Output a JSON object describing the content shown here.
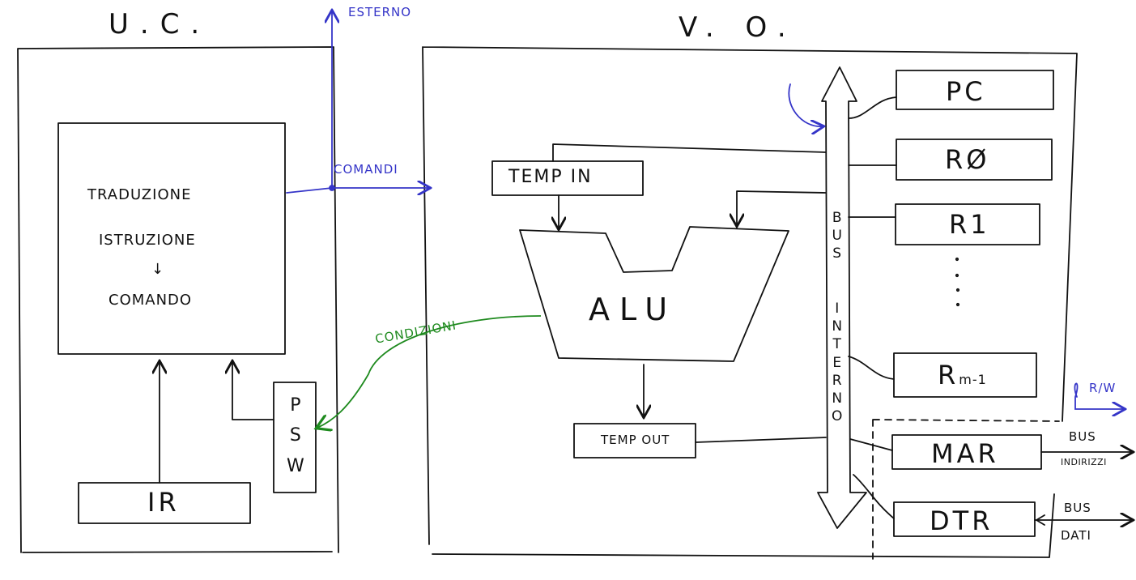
{
  "uc": {
    "title": "U.C.",
    "translation_lines": [
      "TRADUZIONE",
      "ISTRUZIONE",
      "↓",
      "COMANDO"
    ],
    "ir": "IR",
    "psw": [
      "P",
      "S",
      "W"
    ]
  },
  "uo": {
    "title": "V. O.",
    "temp_in": "TEMP IN",
    "alu": "ALU",
    "temp_out": "TEMP OUT",
    "registers": [
      "PC",
      "RØ",
      "R1"
    ],
    "register_last": "R",
    "register_last_sub": "m-1",
    "mar": "MAR",
    "dtr": "DTR",
    "bus_internal": [
      "B",
      "U",
      "S",
      "",
      "I",
      "N",
      "T",
      "E",
      "R",
      "N",
      "O"
    ]
  },
  "signals": {
    "esterno": "ESTERNO",
    "comandi": "COMANDI",
    "condizioni": "CONDIZIONI",
    "rw": "R/W",
    "bus_indirizzi": [
      "BUS",
      "INDIRIZZI"
    ],
    "bus_dati": [
      "BUS",
      "DATI"
    ]
  },
  "colors": {
    "ink": "#111111",
    "blue": "#3535c8",
    "green": "#1e8a1e"
  }
}
